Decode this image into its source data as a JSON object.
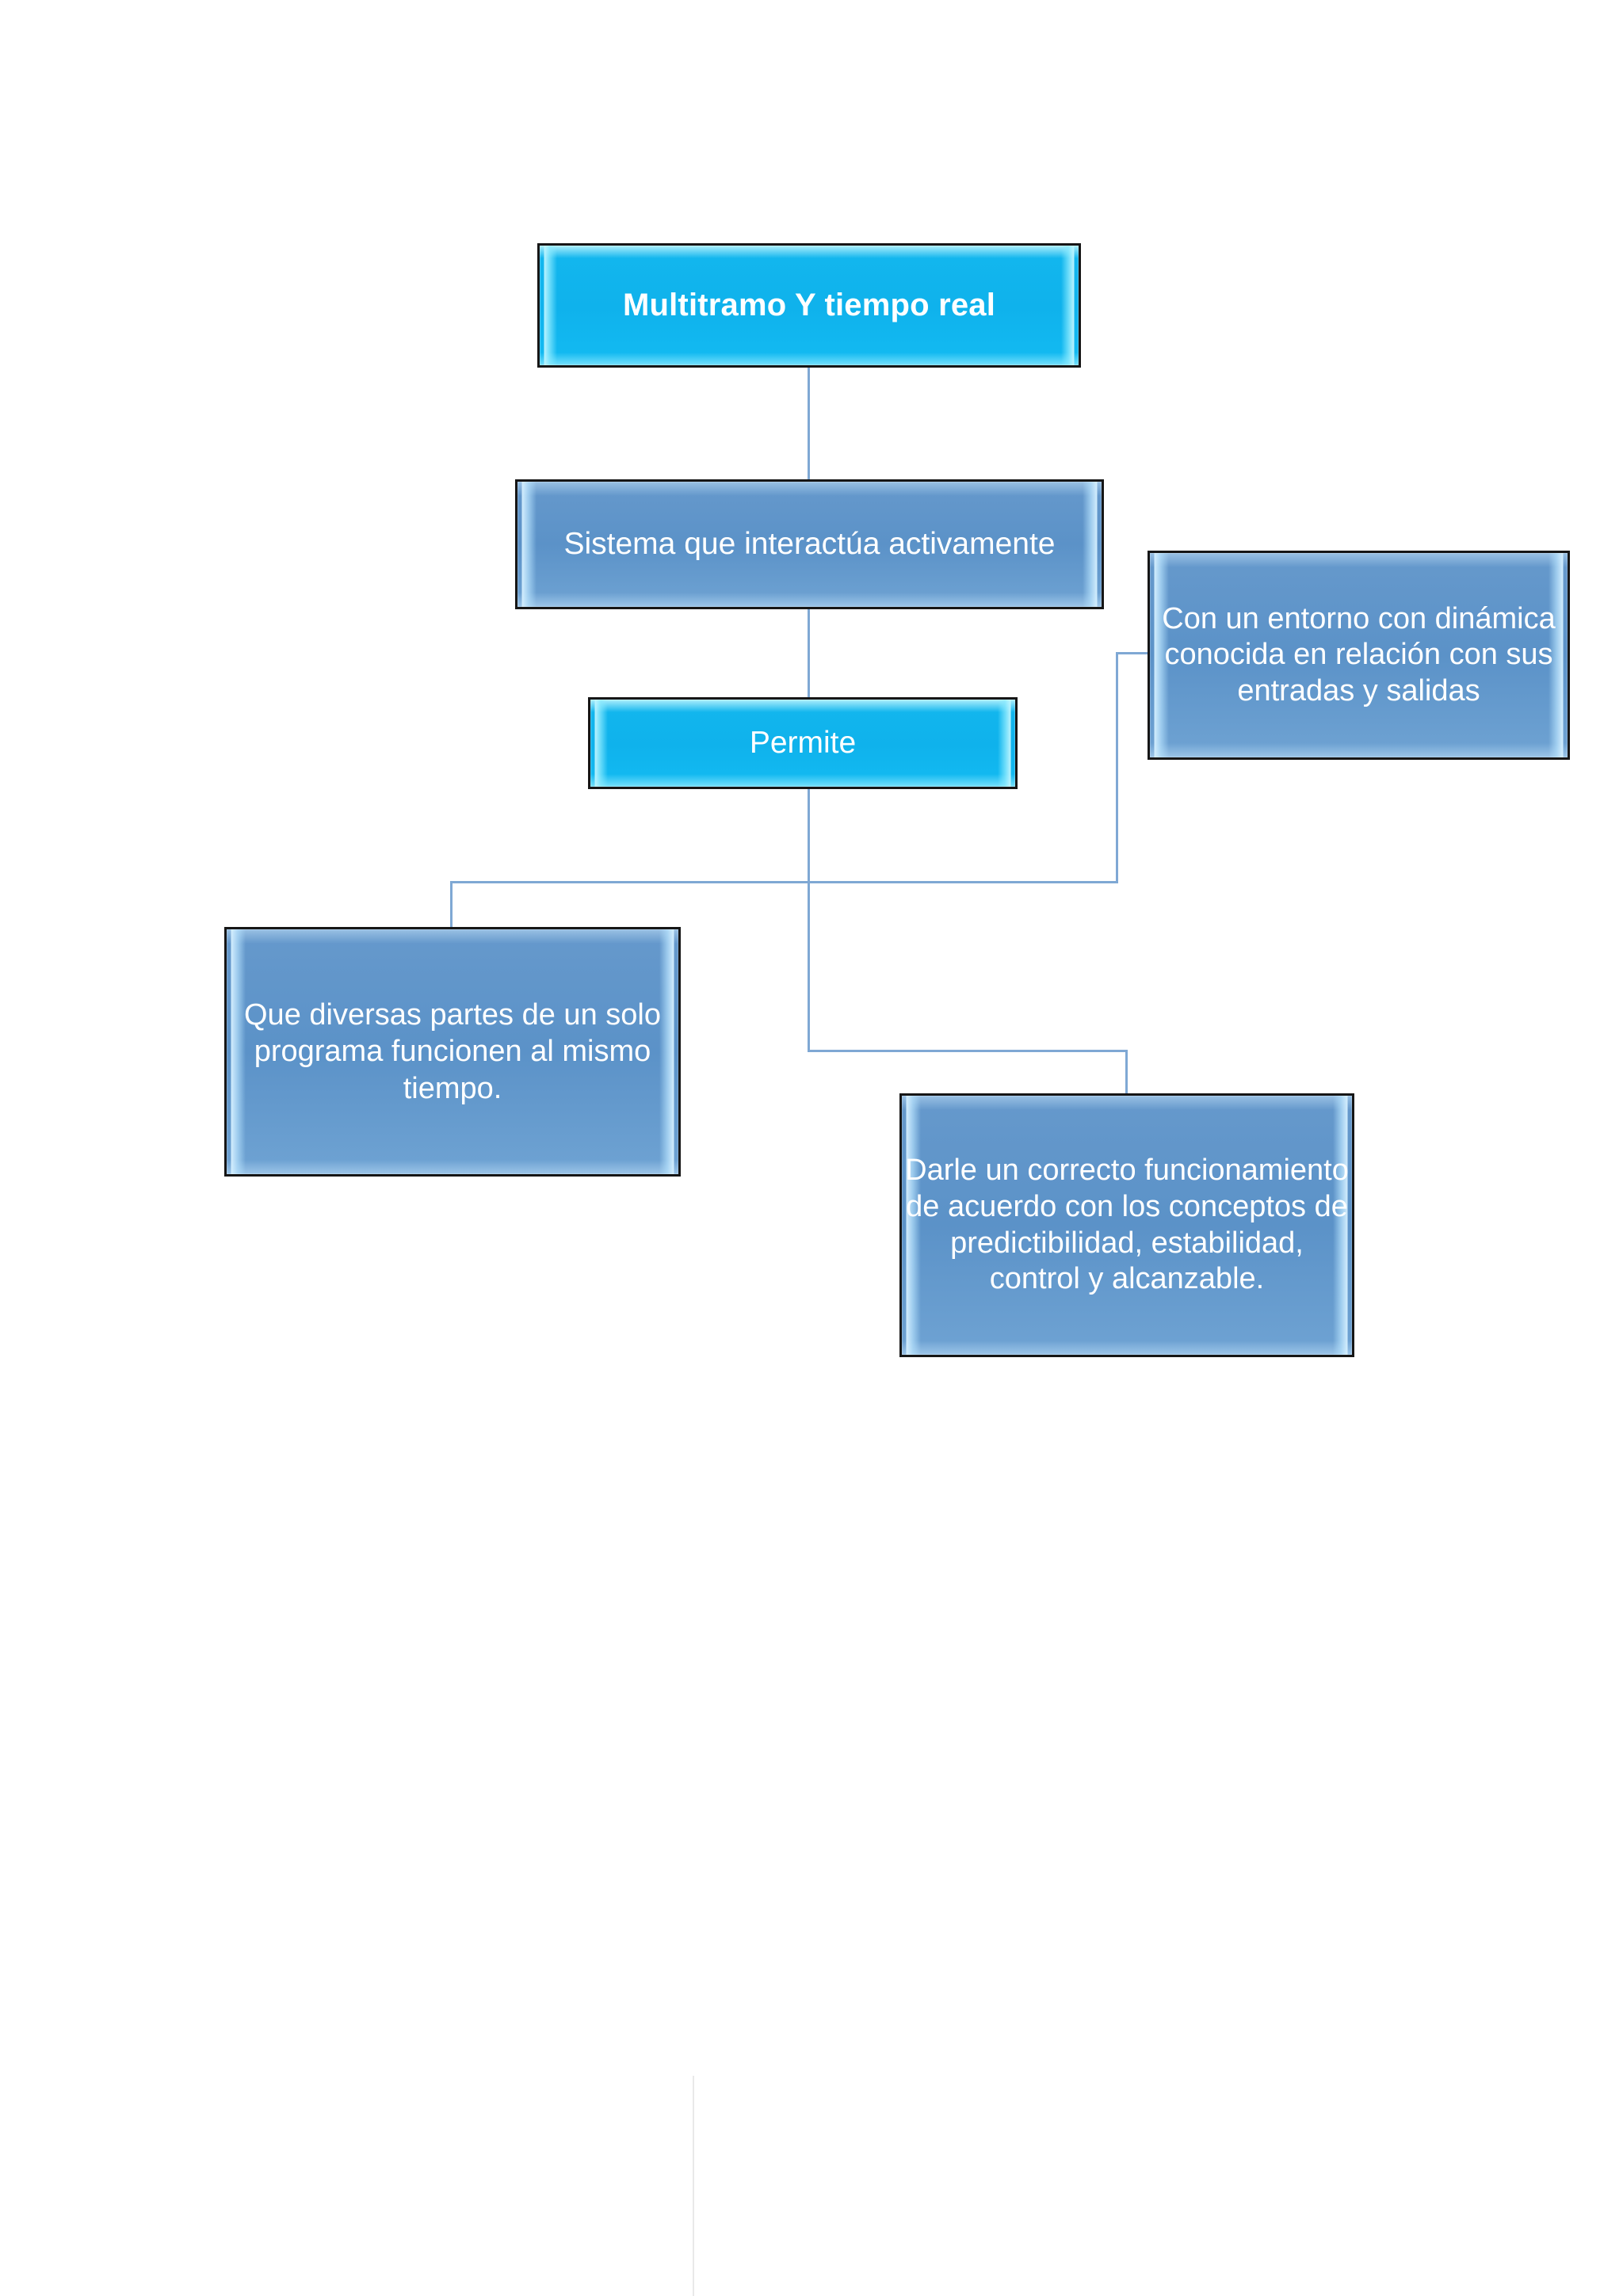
{
  "diagram": {
    "title": "Multitramo Y tiempo real",
    "background_color": "#ffffff",
    "connector_color": "#7FA8D4",
    "accent_cyan": "#0FB2EC",
    "accent_steel": "#5B92C8",
    "text_color": "#ffffff",
    "nodes": [
      {
        "id": "root",
        "label": "Multitramo Y tiempo real",
        "style": "cyan",
        "emphasis": "bold"
      },
      {
        "id": "sistema",
        "label": "Sistema que interactúa activamente",
        "style": "steel",
        "emphasis": "normal"
      },
      {
        "id": "permite",
        "label": "Permite",
        "style": "cyan",
        "emphasis": "normal"
      },
      {
        "id": "entorno",
        "label": "Con un entorno con dinámica conocida en relación con sus entradas y salidas",
        "style": "steel",
        "emphasis": "normal"
      },
      {
        "id": "partes",
        "label": "Que diversas partes de un solo programa funcionen al mismo tiempo.",
        "style": "steel",
        "emphasis": "normal"
      },
      {
        "id": "funcionamiento",
        "label": "Darle un correcto funcionamiento de acuerdo con los conceptos de predictibilidad, estabilidad, control y alcanzable.",
        "style": "steel",
        "emphasis": "normal"
      }
    ],
    "edges": [
      {
        "from": "root",
        "to": "sistema",
        "type": "straight-vertical"
      },
      {
        "from": "sistema",
        "to": "permite",
        "type": "straight-vertical"
      },
      {
        "from": "permite",
        "to": "entorno",
        "type": "elbow-right-up"
      },
      {
        "from": "permite",
        "to": "partes",
        "type": "elbow-left-down"
      },
      {
        "from": "permite",
        "to": "funcionamiento",
        "type": "elbow-right-down"
      }
    ]
  },
  "chart_data": {
    "type": "diagram",
    "title": "Multitramo Y tiempo real",
    "nodes": [
      "Multitramo Y tiempo real",
      "Sistema que interactúa activamente",
      "Permite",
      "Con un entorno con dinámica conocida en relación con sus entradas y salidas",
      "Que diversas partes de un solo programa funcionen al mismo tiempo.",
      "Darle un correcto funcionamiento de acuerdo con los conceptos de predictibilidad, estabilidad, control y alcanzable."
    ],
    "links": [
      [
        "Multitramo Y tiempo real",
        "Sistema que interactúa activamente"
      ],
      [
        "Sistema que interactúa activamente",
        "Permite"
      ],
      [
        "Permite",
        "Con un entorno con dinámica conocida en relación con sus entradas y salidas"
      ],
      [
        "Permite",
        "Que diversas partes de un solo programa funcionen al mismo tiempo."
      ],
      [
        "Permite",
        "Darle un correcto funcionamiento de acuerdo con los conceptos de predictibilidad, estabilidad, control y alcanzable."
      ]
    ]
  }
}
